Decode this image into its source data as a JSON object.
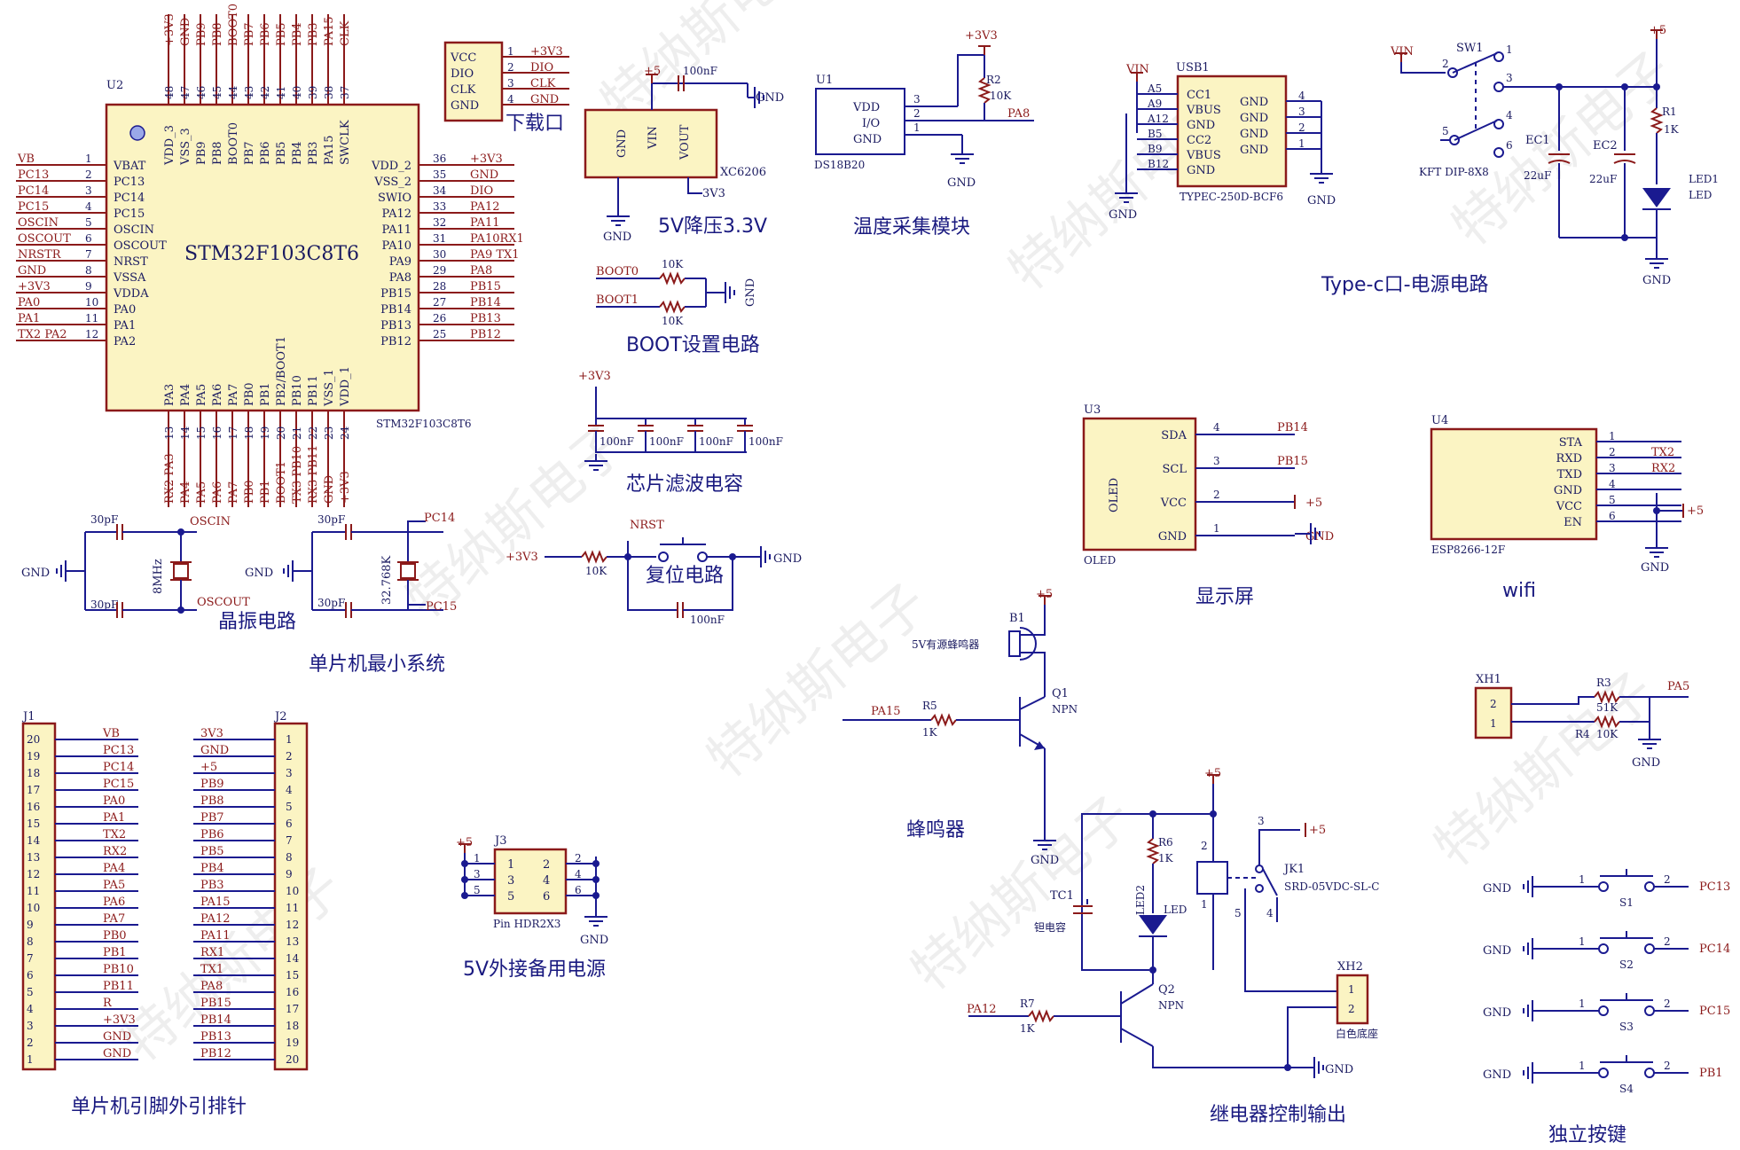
{
  "watermark": "特纳斯电子",
  "mcu": {
    "ref": "U2",
    "name": "STM32F103C8T6",
    "footer": "STM32F103C8T6",
    "top_pins": [
      {
        "num": "48",
        "name": "VDD_3",
        "net": "+3V3"
      },
      {
        "num": "47",
        "name": "VSS_3",
        "net": "GND"
      },
      {
        "num": "46",
        "name": "PB9",
        "net": "PB9"
      },
      {
        "num": "45",
        "name": "PB8",
        "net": "PB8"
      },
      {
        "num": "44",
        "name": "BOOT0",
        "net": "BOOT0"
      },
      {
        "num": "43",
        "name": "PB7",
        "net": "PB7"
      },
      {
        "num": "42",
        "name": "PB6",
        "net": "PB6"
      },
      {
        "num": "41",
        "name": "PB5",
        "net": "PB5"
      },
      {
        "num": "40",
        "name": "PB4",
        "net": "PB4"
      },
      {
        "num": "39",
        "name": "PB3",
        "net": "PB3"
      },
      {
        "num": "38",
        "name": "PA15",
        "net": "PA15"
      },
      {
        "num": "37",
        "name": "SWCLK",
        "net": "CLK"
      }
    ],
    "left_pins": [
      {
        "num": "1",
        "name": "VBAT",
        "net": "VB"
      },
      {
        "num": "2",
        "name": "PC13",
        "net": "PC13"
      },
      {
        "num": "3",
        "name": "PC14",
        "net": "PC14"
      },
      {
        "num": "4",
        "name": "PC15",
        "net": "PC15"
      },
      {
        "num": "5",
        "name": "OSCIN",
        "net": "OSCIN"
      },
      {
        "num": "6",
        "name": "OSCOUT",
        "net": "OSCOUT"
      },
      {
        "num": "7",
        "name": "NRST",
        "net": "NRSTR"
      },
      {
        "num": "8",
        "name": "VSSA",
        "net": "GND"
      },
      {
        "num": "9",
        "name": "VDDA",
        "net": "+3V3"
      },
      {
        "num": "10",
        "name": "PA0",
        "net": "PA0"
      },
      {
        "num": "11",
        "name": "PA1",
        "net": "PA1"
      },
      {
        "num": "12",
        "name": "PA2",
        "net": "TX2  PA2"
      }
    ],
    "right_pins": [
      {
        "num": "36",
        "name": "VDD_2",
        "net": "+3V3"
      },
      {
        "num": "35",
        "name": "VSS_2",
        "net": "GND"
      },
      {
        "num": "34",
        "name": "SWIO",
        "net": "DIO"
      },
      {
        "num": "33",
        "name": "PA12",
        "net": "PA12"
      },
      {
        "num": "32",
        "name": "PA11",
        "net": "PA11"
      },
      {
        "num": "31",
        "name": "PA10",
        "net": "PA10RX1"
      },
      {
        "num": "30",
        "name": "PA9",
        "net": "PA9  TX1"
      },
      {
        "num": "29",
        "name": "PA8",
        "net": "PA8"
      },
      {
        "num": "28",
        "name": "PB15",
        "net": "PB15"
      },
      {
        "num": "27",
        "name": "PB14",
        "net": "PB14"
      },
      {
        "num": "26",
        "name": "PB13",
        "net": "PB13"
      },
      {
        "num": "25",
        "name": "PB12",
        "net": "PB12"
      }
    ],
    "bottom_pins": [
      {
        "num": "13",
        "name": "PA3",
        "net": "RX2 PA3"
      },
      {
        "num": "14",
        "name": "PA4",
        "net": "PA4"
      },
      {
        "num": "15",
        "name": "PA5",
        "net": "PA5"
      },
      {
        "num": "16",
        "name": "PA6",
        "net": "PA6"
      },
      {
        "num": "17",
        "name": "PA7",
        "net": "PA7"
      },
      {
        "num": "18",
        "name": "PB0",
        "net": "PB0"
      },
      {
        "num": "19",
        "name": "PB1",
        "net": "PB1"
      },
      {
        "num": "20",
        "name": "PB2/BOOT1",
        "net": "BOOT1"
      },
      {
        "num": "21",
        "name": "PB10",
        "net": "TX3 PB10"
      },
      {
        "num": "22",
        "name": "PB11",
        "net": "RX3 PB11"
      },
      {
        "num": "23",
        "name": "VSS_1",
        "net": "GND"
      },
      {
        "num": "24",
        "name": "VDD_1",
        "net": "+3V3"
      }
    ]
  },
  "download": {
    "label": "下载口",
    "pins": [
      "VCC",
      "DIO",
      "CLK",
      "GND"
    ],
    "nums": [
      "1",
      "2",
      "3",
      "4"
    ],
    "nets": [
      "+3V3",
      "DIO",
      "CLK",
      "GND"
    ]
  },
  "ldo": {
    "pin_gnd": "GND",
    "pin_vin": "VIN",
    "pin_vout": "VOUT",
    "part": "XC6206",
    "in_net": "+5",
    "out_net": "3V3",
    "cap": "100nF",
    "gnd": "GND",
    "label": "5V降压3.3V"
  },
  "ds18b20": {
    "ref": "U1",
    "part": "DS18B20",
    "pins": [
      "VDD",
      "I/O",
      "GND"
    ],
    "nums": [
      "3",
      "2",
      "1"
    ],
    "res": "R2",
    "res_val": "10K",
    "supply": "+3V3",
    "net": "PA8",
    "gnd": "GND",
    "label": "温度采集模块"
  },
  "usb": {
    "ref": "USB1",
    "part": "TYPEC-250D-BCF6",
    "vin": "VIN",
    "gnd": "GND",
    "left_pins": [
      "A5",
      "A9",
      "A12",
      "B5",
      "B9",
      "B12"
    ],
    "left_names": [
      "CC1",
      "VBUS",
      "GND",
      "CC2",
      "VBUS",
      "GND"
    ],
    "right_names": [
      "GND",
      "GND",
      "GND",
      "GND"
    ],
    "right_nums": [
      "4",
      "3",
      "2",
      "1"
    ]
  },
  "power": {
    "vin": "VIN",
    "sw": "SW1",
    "sw_part": "KFT DIP-8X8",
    "ec1": "EC1",
    "ec1_val": "22uF",
    "ec2": "EC2",
    "ec2_val": "22uF",
    "r1": "R1",
    "r1_val": "1K",
    "led": "LED1",
    "led_part": "LED",
    "supply": "+5",
    "gnd": "GND",
    "label": "Type-c口-电源电路",
    "nums": [
      "1",
      "2",
      "3",
      "4",
      "5",
      "6"
    ]
  },
  "boot": {
    "boot0": "BOOT0",
    "boot1": "BOOT1",
    "r_val": "10K",
    "gnd": "GND",
    "label": "BOOT设置电路"
  },
  "filter": {
    "supply": "+3V3",
    "caps": [
      "100nF",
      "100nF",
      "100nF",
      "100nF"
    ],
    "label": "芯片滤波电容"
  },
  "crystal": {
    "c1": "30pF",
    "c2": "30pF",
    "osc_in": "OSCIN",
    "osc_out": "OSCOUT",
    "freq": "8MHz",
    "gnd": "GND",
    "label": "晶振电路"
  },
  "rtc": {
    "c1": "30pF",
    "c2": "30pF",
    "pc14": "PC14",
    "pc15": "PC15",
    "freq": "32.768K",
    "gnd": "GND"
  },
  "reset": {
    "supply": "+3V3",
    "r_val": "10K",
    "net": "NRST",
    "cap": "100nF",
    "gnd": "GND",
    "label": "复位电路"
  },
  "mcu_min_label": "单片机最小系统",
  "oled": {
    "ref": "U3",
    "part": "OLED",
    "body": "OLED",
    "pins": [
      "SDA",
      "SCL",
      "VCC",
      "GND"
    ],
    "nums": [
      "4",
      "3",
      "2",
      "1"
    ],
    "nets": [
      "PB14",
      "PB15",
      "+5",
      "GND"
    ],
    "label": "显示屏"
  },
  "wifi": {
    "ref": "U4",
    "part": "ESP8266-12F",
    "pins": [
      "STA",
      "RXD",
      "TXD",
      "GND",
      "VCC",
      "EN"
    ],
    "nums": [
      "1",
      "2",
      "3",
      "4",
      "5",
      "6"
    ],
    "nets": [
      "TX2",
      "RX2"
    ],
    "supply": "+5",
    "gnd": "GND",
    "label": "wifi"
  },
  "buzzer": {
    "ref": "B1",
    "part": "5V有源蜂鸣器",
    "supply": "+5",
    "q": "Q1",
    "q_type": "NPN",
    "r": "R5",
    "r_val": "1K",
    "net": "PA15",
    "gnd": "GND",
    "label": "蜂鸣器"
  },
  "sensor": {
    "ref": "XH1",
    "pins": [
      "2",
      "1"
    ],
    "r3": "R3",
    "r3_val": "51K",
    "r4": "R4",
    "r4_val": "10K",
    "net": "PA5",
    "gnd": "GND"
  },
  "relay": {
    "supply": "+5",
    "r6": "R6",
    "r6_val": "1K",
    "led": "LED2",
    "led_part": "LED",
    "tc": "TC1",
    "tc_part": "钽电容",
    "jk": "JK1",
    "jk_part": "SRD-05VDC-SL-C",
    "q": "Q2",
    "q_type": "NPN",
    "r7": "R7",
    "r7_val": "1K",
    "net": "PA12",
    "xh": "XH2",
    "xh_part": "白色底座",
    "xh_pins": [
      "1",
      "2"
    ],
    "gnd": "GND",
    "relay_pins": [
      "2",
      "1",
      "3",
      "5",
      "4"
    ],
    "label": "继电器控制输出"
  },
  "keys": {
    "gnd": "GND",
    "items": [
      {
        "ref": "S1",
        "net": "PC13"
      },
      {
        "ref": "S2",
        "net": "PC14"
      },
      {
        "ref": "S3",
        "net": "PC15"
      },
      {
        "ref": "S4",
        "net": "PB1"
      }
    ],
    "pin1": "1",
    "pin2": "2",
    "label": "独立按键"
  },
  "ext_power": {
    "ref": "J3",
    "part": "Pin HDR2X3",
    "supply": "+5",
    "gnd": "GND",
    "inner": [
      "1",
      "2",
      "3",
      "4",
      "5",
      "6"
    ],
    "outer_left": [
      "1",
      "3",
      "5"
    ],
    "outer_right": [
      "2",
      "4",
      "6"
    ],
    "label": "5V外接备用电源"
  },
  "j1": {
    "ref": "J1",
    "nums": [
      "20",
      "19",
      "18",
      "17",
      "16",
      "15",
      "14",
      "13",
      "12",
      "11",
      "10",
      "9",
      "8",
      "7",
      "6",
      "5",
      "4",
      "3",
      "2",
      "1"
    ],
    "nets": [
      "VB",
      "PC13",
      "PC14",
      "PC15",
      "PA0",
      "PA1",
      "TX2",
      "RX2",
      "PA4",
      "PA5",
      "PA6",
      "PA7",
      "PB0",
      "PB1",
      "PB10",
      "PB11",
      "R",
      "+3V3",
      "GND",
      "GND"
    ]
  },
  "j2": {
    "ref": "J2",
    "nums": [
      "1",
      "2",
      "3",
      "4",
      "5",
      "6",
      "7",
      "8",
      "9",
      "10",
      "11",
      "12",
      "13",
      "14",
      "15",
      "16",
      "17",
      "18",
      "19",
      "20"
    ],
    "nets": [
      "3V3",
      "GND",
      "+5",
      "PB9",
      "PB8",
      "PB7",
      "PB6",
      "PB5",
      "PB4",
      "PB3",
      "PA15",
      "PA12",
      "PA11",
      "RX1",
      "TX1",
      "PA8",
      "PB15",
      "PB14",
      "PB13",
      "PB12"
    ]
  },
  "header_label": "单片机引脚外引排针"
}
